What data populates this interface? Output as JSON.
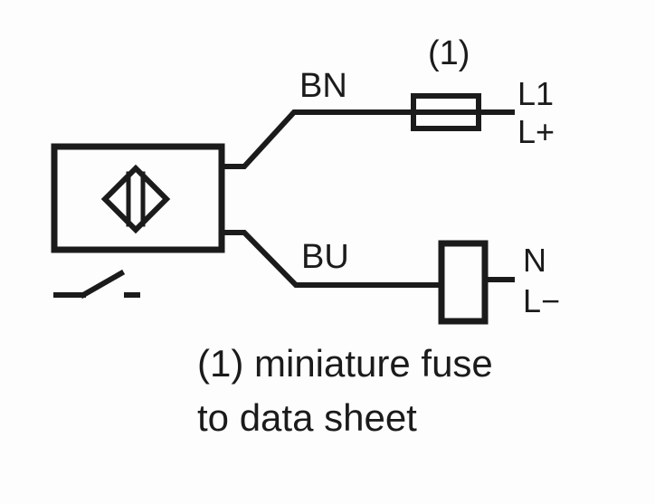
{
  "diagram": {
    "wire_top_label": "BN",
    "wire_bottom_label": "BU",
    "fuse_label": "(1)",
    "terminal_top_primary": "L1",
    "terminal_top_secondary": "L+",
    "terminal_bottom_primary": "N",
    "terminal_bottom_secondary": "L−",
    "note_line1": "(1) miniature fuse",
    "note_line2": "to data sheet"
  },
  "colors": {
    "ink": "#1b1b1b",
    "paper": "#fdfdfd"
  },
  "icons": {
    "sensor_symbol": "diamond-with-bars-icon",
    "switch_symbol": "normally-open-switch-icon",
    "fuse_symbol": "fuse-icon",
    "load_symbol": "load-relay-icon"
  }
}
